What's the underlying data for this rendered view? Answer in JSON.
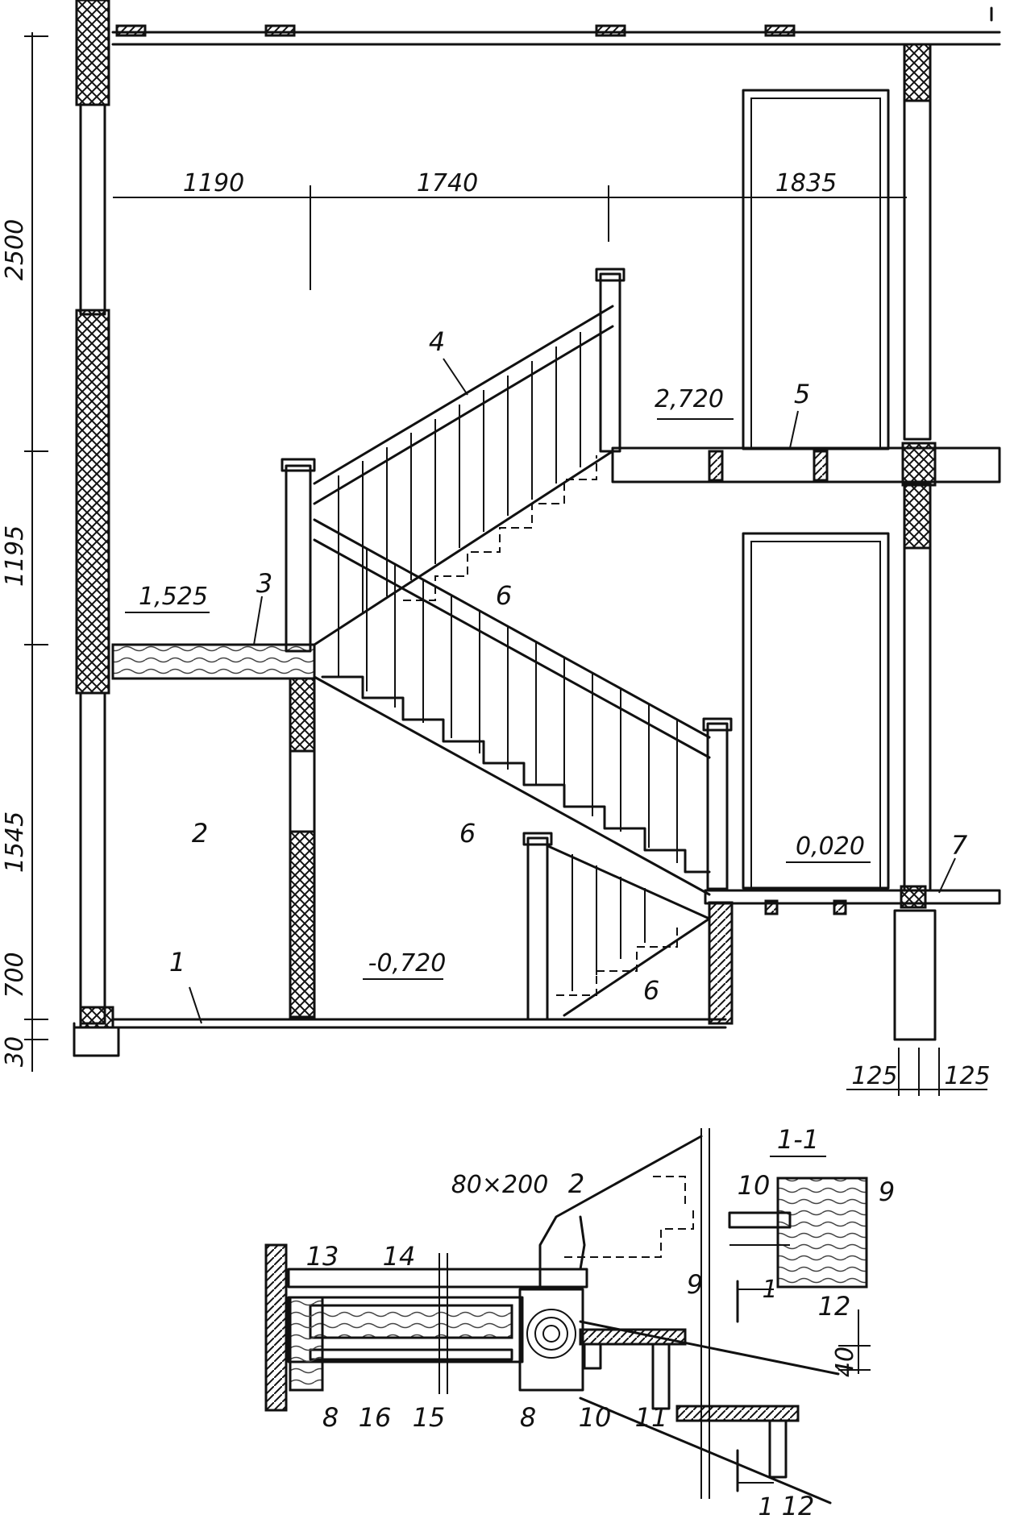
{
  "section": {
    "dimensions": {
      "horizontal": [
        "1190",
        "1740",
        "1835"
      ],
      "vertical": [
        "2500",
        "1195",
        "1545",
        "700",
        "30"
      ],
      "bottom": [
        "125",
        "125"
      ]
    },
    "levels": {
      "landing": "1,525",
      "upper_floor": "2,720",
      "ground_floor": "0,020",
      "basement": "-0,720"
    },
    "labels": {
      "floor": "1",
      "room": "2",
      "landing_slab": "3",
      "railing": "4",
      "upper_floor": "5",
      "stringer_a": "6",
      "stringer_b": "6",
      "stringer_c": "6",
      "threshold": "7"
    }
  },
  "detail": {
    "title": "1-1",
    "beam_size": "80×200",
    "labels": {
      "stair": "2",
      "beam_left": "8",
      "beam_right": "8",
      "section_piece": "9",
      "stringer": "9",
      "tread_section": "10",
      "tread": "10",
      "riser": "11",
      "board_top": "12",
      "board_bottom": "12",
      "wall": "13",
      "flooring": "14",
      "insulation": "15",
      "ceiling": "16"
    },
    "cut_marks": [
      "1",
      "1"
    ],
    "dimension": "40"
  }
}
